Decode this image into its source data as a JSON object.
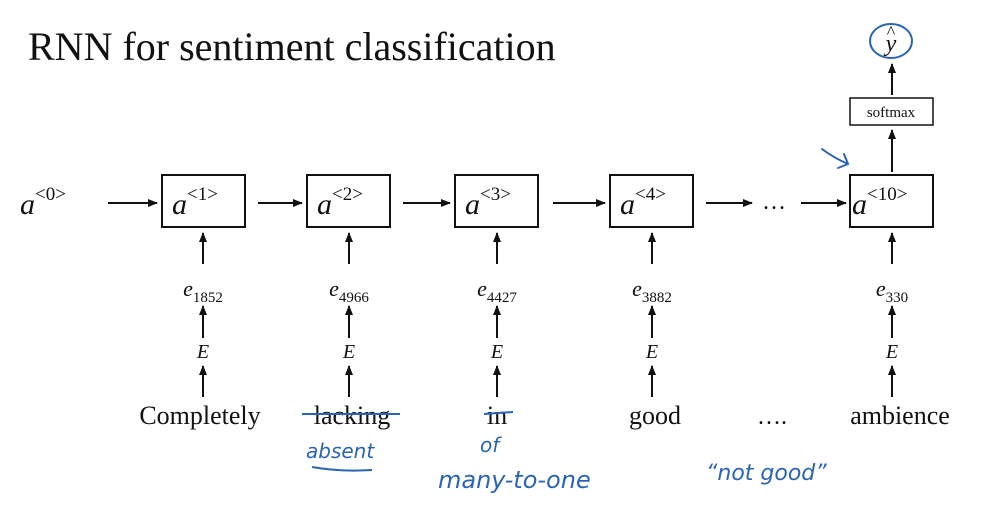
{
  "slide": {
    "title": "RNN for sentiment classification"
  },
  "diagram": {
    "initial_state": {
      "base": "a",
      "sup": "<0>"
    },
    "cells": [
      {
        "base": "a",
        "sup": "<1>",
        "embedding": {
          "base": "e",
          "sub": "1852"
        },
        "matrix": "E",
        "word": "Completely"
      },
      {
        "base": "a",
        "sup": "<2>",
        "embedding": {
          "base": "e",
          "sub": "4966"
        },
        "matrix": "E",
        "word": "lacking"
      },
      {
        "base": "a",
        "sup": "<3>",
        "embedding": {
          "base": "e",
          "sub": "4427"
        },
        "matrix": "E",
        "word": "in"
      },
      {
        "base": "a",
        "sup": "<4>",
        "embedding": {
          "base": "e",
          "sub": "3882"
        },
        "matrix": "E",
        "word": "good"
      },
      {
        "base": "a",
        "sup": "<10>",
        "embedding": {
          "base": "e",
          "sub": "330"
        },
        "matrix": "E",
        "word": "ambience"
      }
    ],
    "state_ellipsis": "…",
    "word_ellipsis": "….",
    "softmax_label": "softmax",
    "output": {
      "base": "y",
      "hat": "^"
    }
  },
  "annotations": {
    "replacement_lacking": "absent",
    "replacement_in": "of",
    "note_many_to_one": "many-to-one",
    "note_not_good": "“not good”"
  },
  "colors": {
    "ink": "#111111",
    "annotation_blue": "#2a64b5"
  }
}
